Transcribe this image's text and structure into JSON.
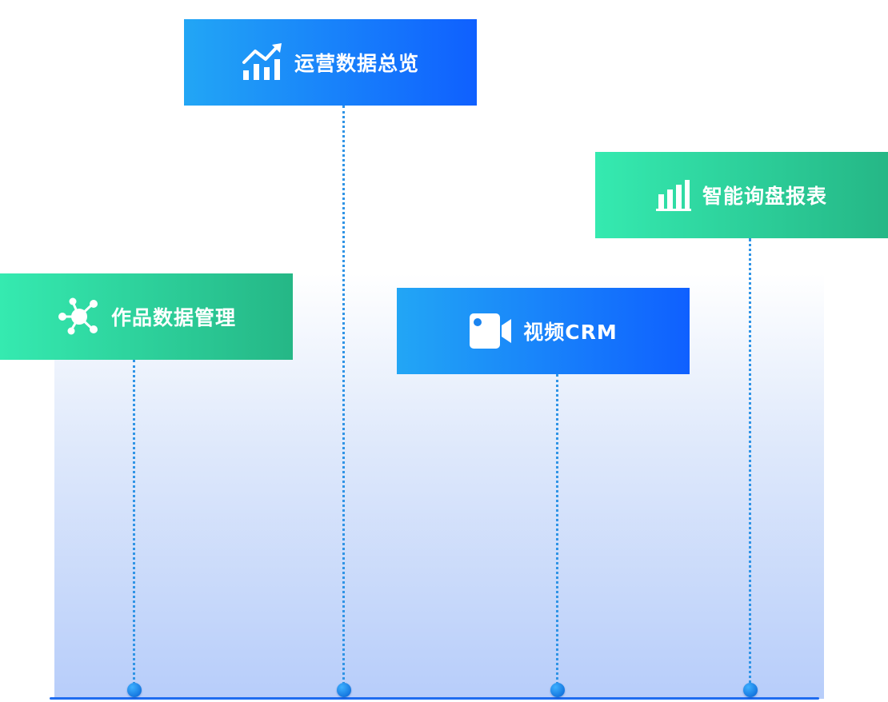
{
  "colors": {
    "blue_card_start": "#22a6f5",
    "blue_card_end": "#0f60ff",
    "green_card_start": "#35eab0",
    "green_card_end": "#25b786",
    "connector": "#2f94e6",
    "baseline": "#1e6cf0"
  },
  "cards": [
    {
      "label": "作品数据管理",
      "icon": "network-nodes-icon",
      "style": "green"
    },
    {
      "label": "运营数据总览",
      "icon": "trend-chart-icon",
      "style": "blue"
    },
    {
      "label": "视频CRM",
      "icon": "video-camera-icon",
      "style": "blue"
    },
    {
      "label": "智能询盘报表",
      "icon": "bar-chart-icon",
      "style": "green"
    }
  ]
}
